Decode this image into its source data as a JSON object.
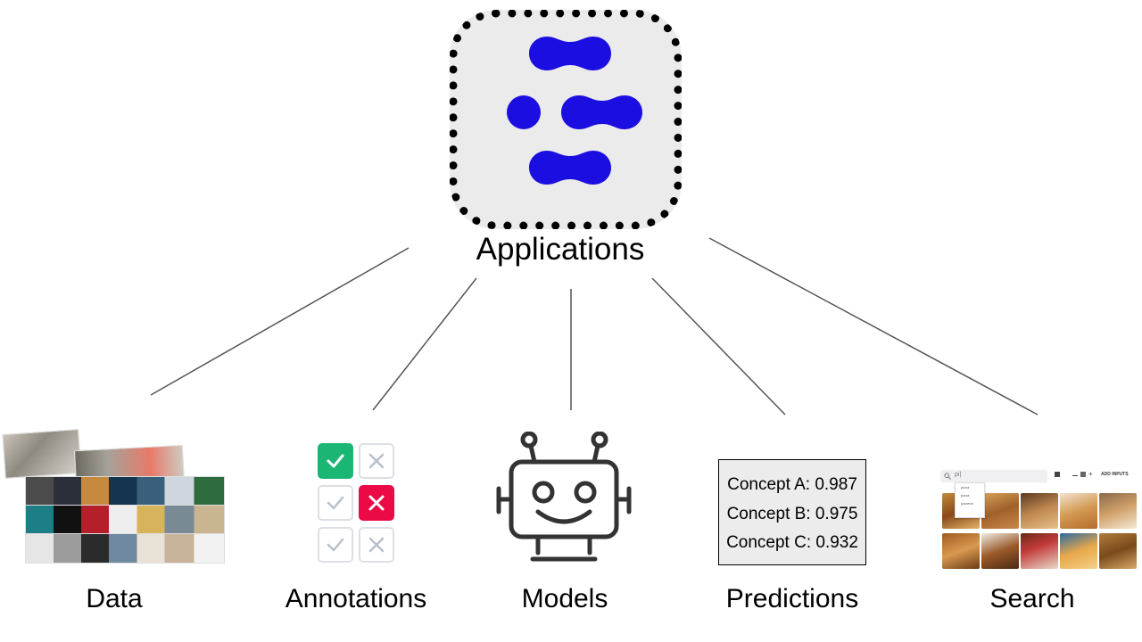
{
  "root": {
    "label": "Applications",
    "icon": "clarifai-logo-icon",
    "logo_color": "#1b0ee0"
  },
  "branches": [
    {
      "id": "data",
      "label": "Data"
    },
    {
      "id": "annotations",
      "label": "Annotations"
    },
    {
      "id": "models",
      "label": "Models"
    },
    {
      "id": "predictions",
      "label": "Predictions"
    },
    {
      "id": "search",
      "label": "Search"
    }
  ],
  "predictions": {
    "lines": [
      "Concept A: 0.987",
      "Concept B: 0.975",
      "Concept C: 0.932"
    ]
  },
  "annotations": {
    "grid": [
      [
        "approved",
        "reject"
      ],
      [
        "approve",
        "rejected"
      ],
      [
        "approve",
        "reject"
      ]
    ],
    "colors": {
      "approved": "#1bb674",
      "rejected": "#eb0a46",
      "neutral": "#b9c0cc"
    }
  },
  "search": {
    "query": "pi|",
    "suggestions": [
      "pizza",
      "pizza",
      "pizzeria"
    ],
    "add_inputs_label": "ADD INPUTS"
  }
}
